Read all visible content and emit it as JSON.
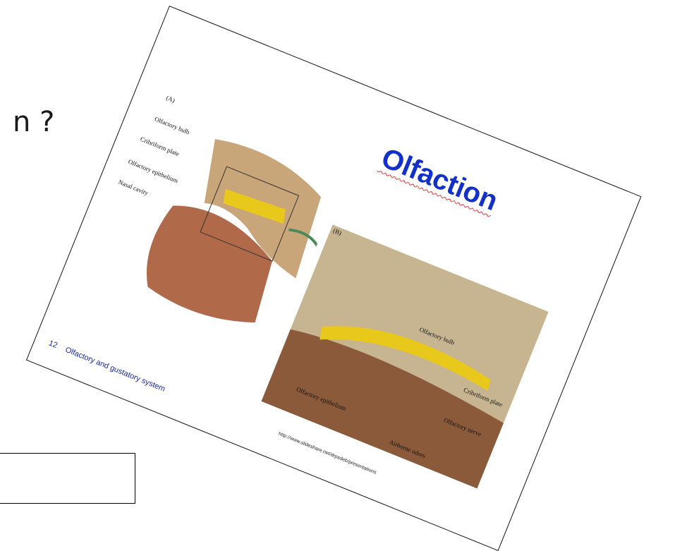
{
  "background": {
    "partial_text": "n ?"
  },
  "slide": {
    "title": "Olfaction",
    "footer_number": "12",
    "footer_text": "Olfactory and gustatory system",
    "source_url": "http://www.slideshare.net/drpsdeb/presentations",
    "panel_a": {
      "tag": "(A)",
      "labels": [
        "Olfactory bulb",
        "Cribriform plate",
        "Olfactory epithelium",
        "Nasal cavity"
      ]
    },
    "panel_b": {
      "tag": "(B)",
      "labels": [
        "Olfactory bulb",
        "Cribriform plate",
        "Olfactory nerve",
        "Olfactory epithelium",
        "Airborne odors"
      ]
    }
  },
  "colors": {
    "title": "#1330c8",
    "footer": "#1a2a9a",
    "bulb": "#e8c81a",
    "tissue": "#b06a4a"
  }
}
